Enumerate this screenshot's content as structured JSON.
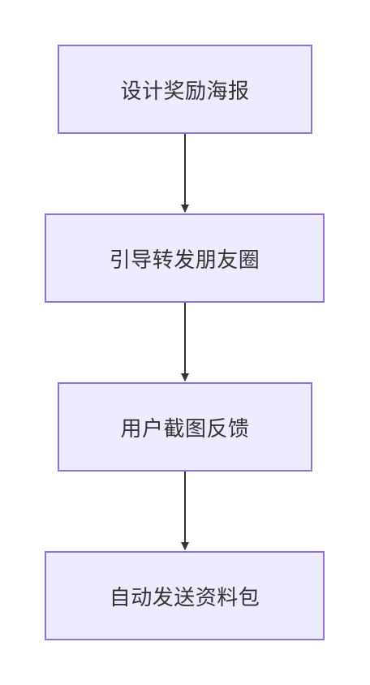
{
  "diagram": {
    "type": "flowchart",
    "direction": "top-to-bottom",
    "colors": {
      "node_fill": "#ececfe",
      "node_border": "#9470d6",
      "text": "#333333",
      "edge": "#333333"
    },
    "nodes": [
      {
        "id": "n1",
        "label": "设计奖励海报"
      },
      {
        "id": "n2",
        "label": "引导转发朋友圈"
      },
      {
        "id": "n3",
        "label": "用户截图反馈"
      },
      {
        "id": "n4",
        "label": "自动发送资料包"
      }
    ],
    "edges": [
      {
        "from": "n1",
        "to": "n2"
      },
      {
        "from": "n2",
        "to": "n3"
      },
      {
        "from": "n3",
        "to": "n4"
      }
    ]
  }
}
